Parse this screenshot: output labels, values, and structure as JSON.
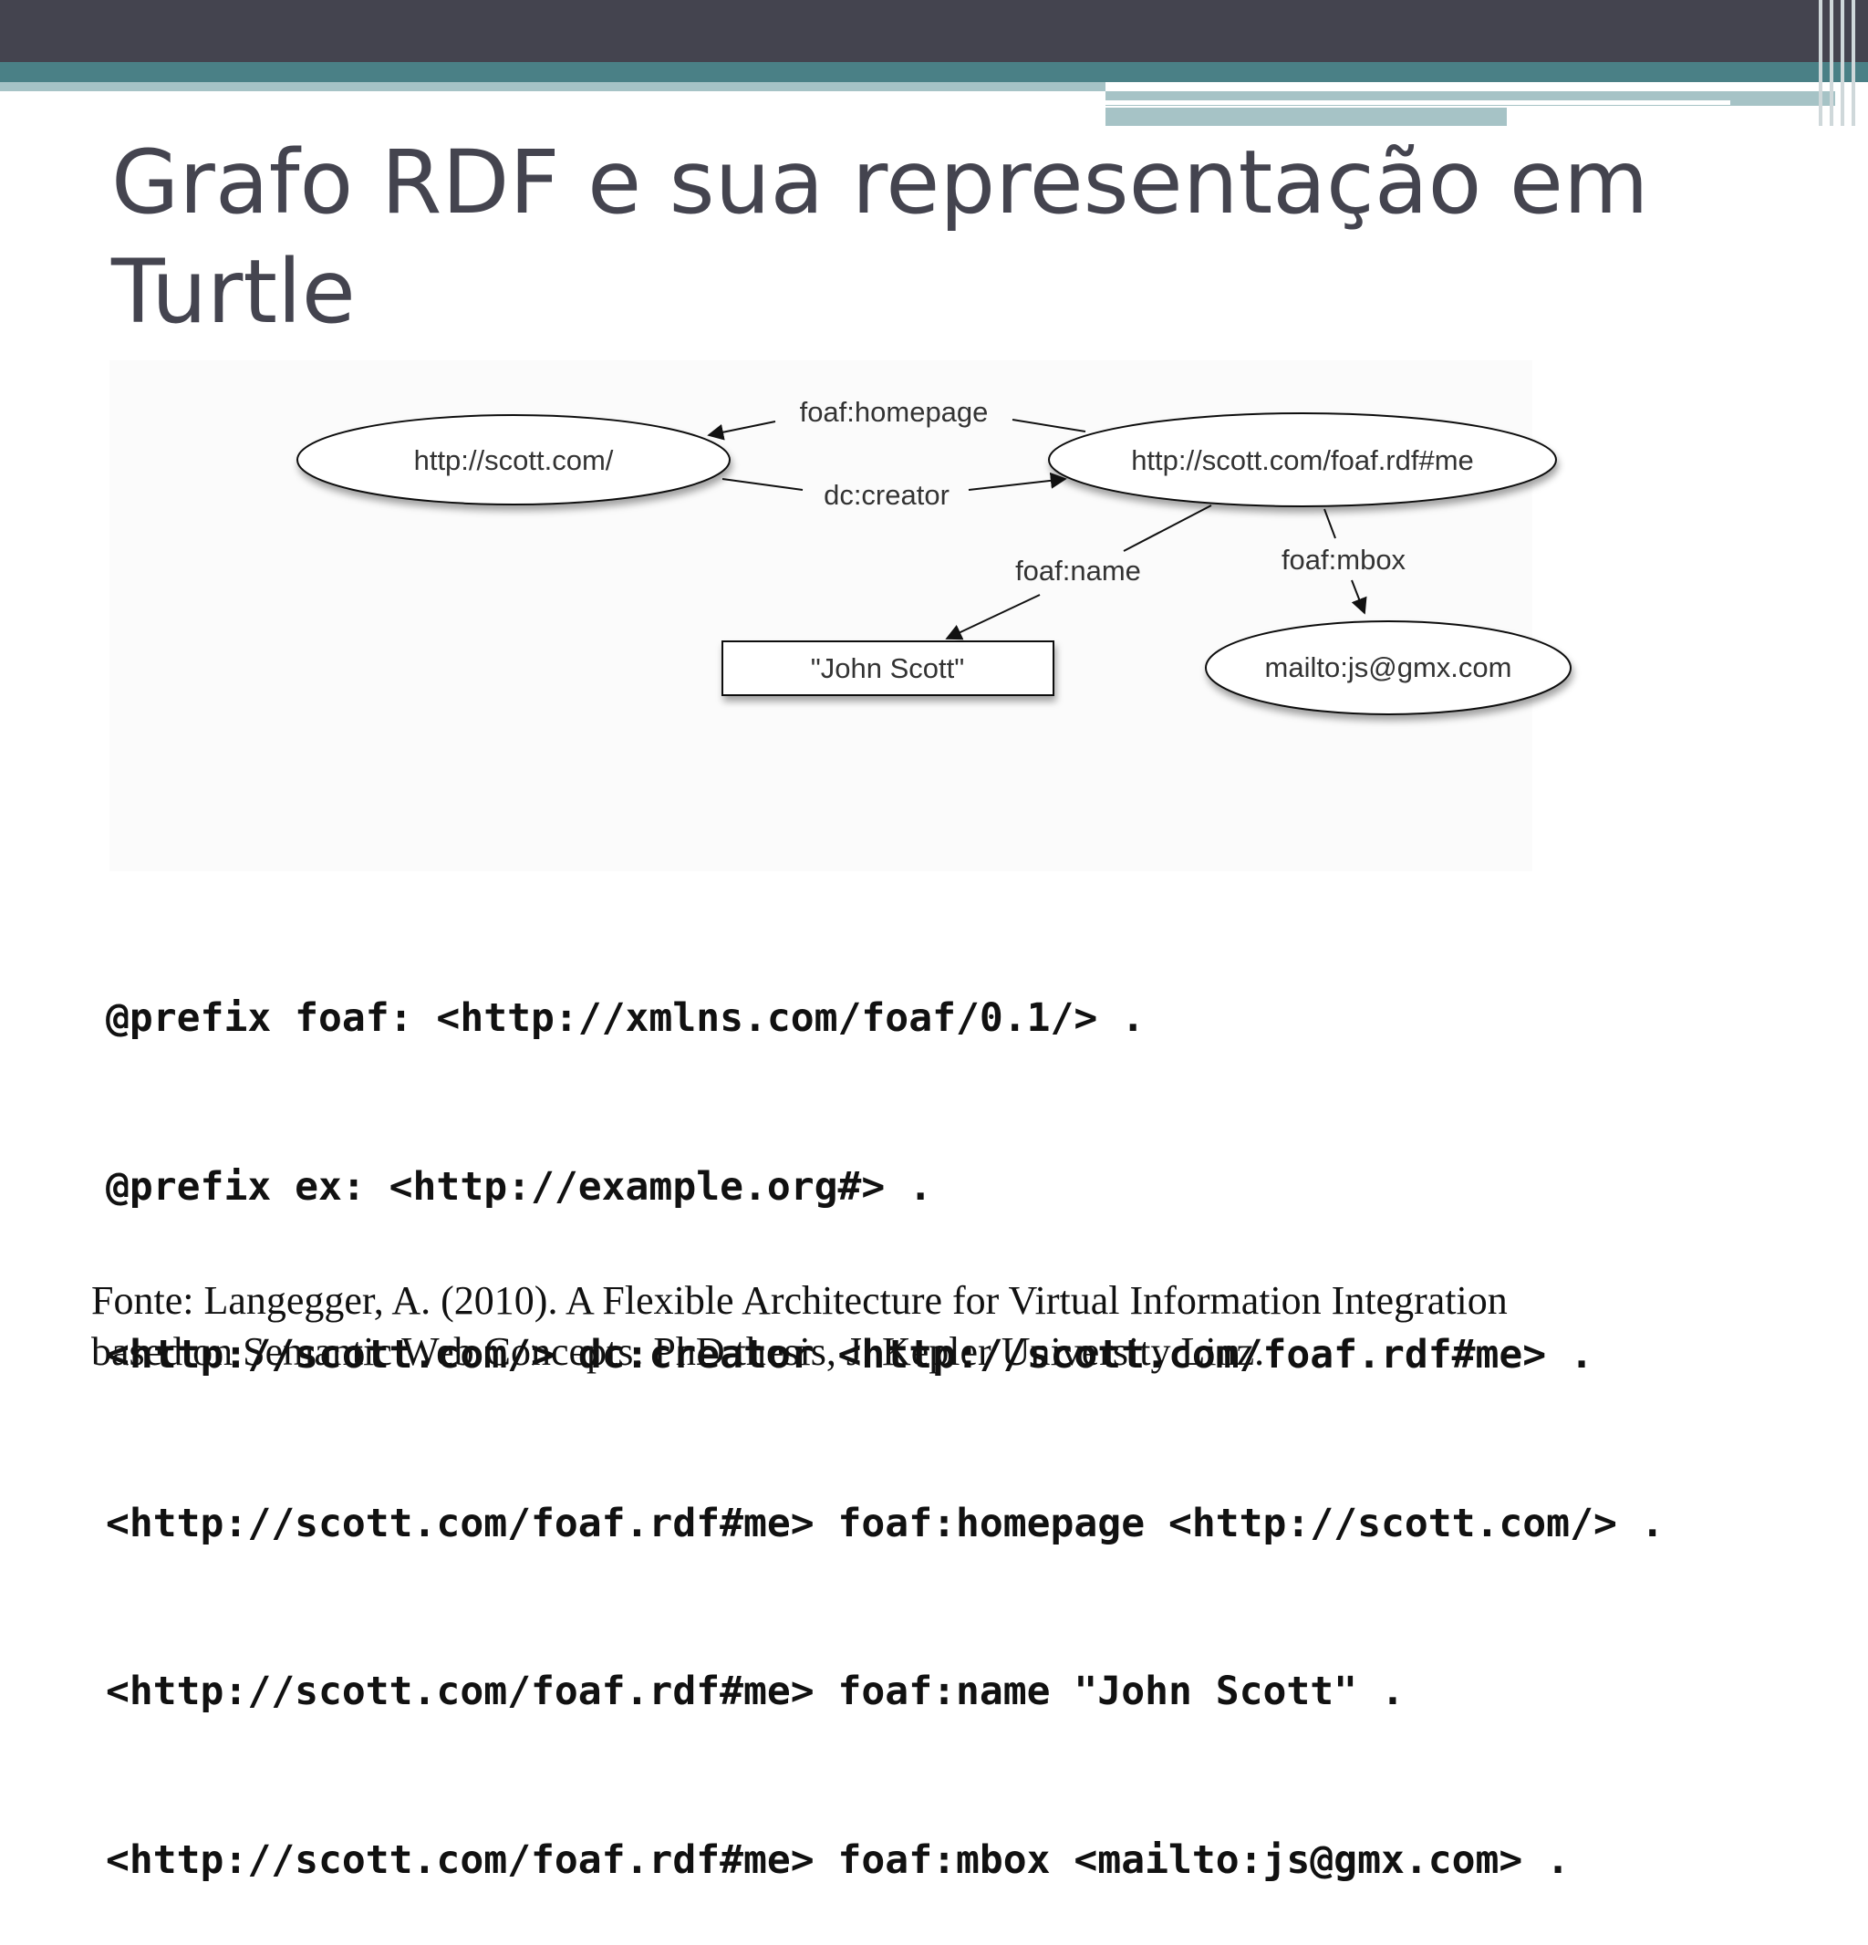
{
  "slide": {
    "title": "Grafo RDF e sua representação em Turtle"
  },
  "diagram": {
    "nodes": {
      "scott_home": "http://scott.com/",
      "scott_me": "http://scott.com/foaf.rdf#me",
      "john_literal": "\"John Scott\"",
      "mailbox": "mailto:js@gmx.com"
    },
    "edges": {
      "homepage": "foaf:homepage",
      "creator": "dc:creator",
      "name": "foaf:name",
      "mbox": "foaf:mbox"
    }
  },
  "turtle": {
    "lines": [
      "@prefix foaf: <http://xmlns.com/foaf/0.1/> .",
      "@prefix ex: <http://example.org#> .",
      "<http://scott.com/> dc:creator <http://scott.com/foaf.rdf#me> .",
      "<http://scott.com/foaf.rdf#me> foaf:homepage <http://scott.com/> .",
      "<http://scott.com/foaf.rdf#me> foaf:name \"John Scott\" .",
      "<http://scott.com/foaf.rdf#me> foaf:mbox <mailto:js@gmx.com> ."
    ]
  },
  "source": {
    "line1": "Fonte: Langegger, A. (2010). A Flexible Architecture for Virtual Information Integration",
    "line2": "based on Semantic Web Concepts. PhD thesis, J. Kepler University Linz."
  }
}
